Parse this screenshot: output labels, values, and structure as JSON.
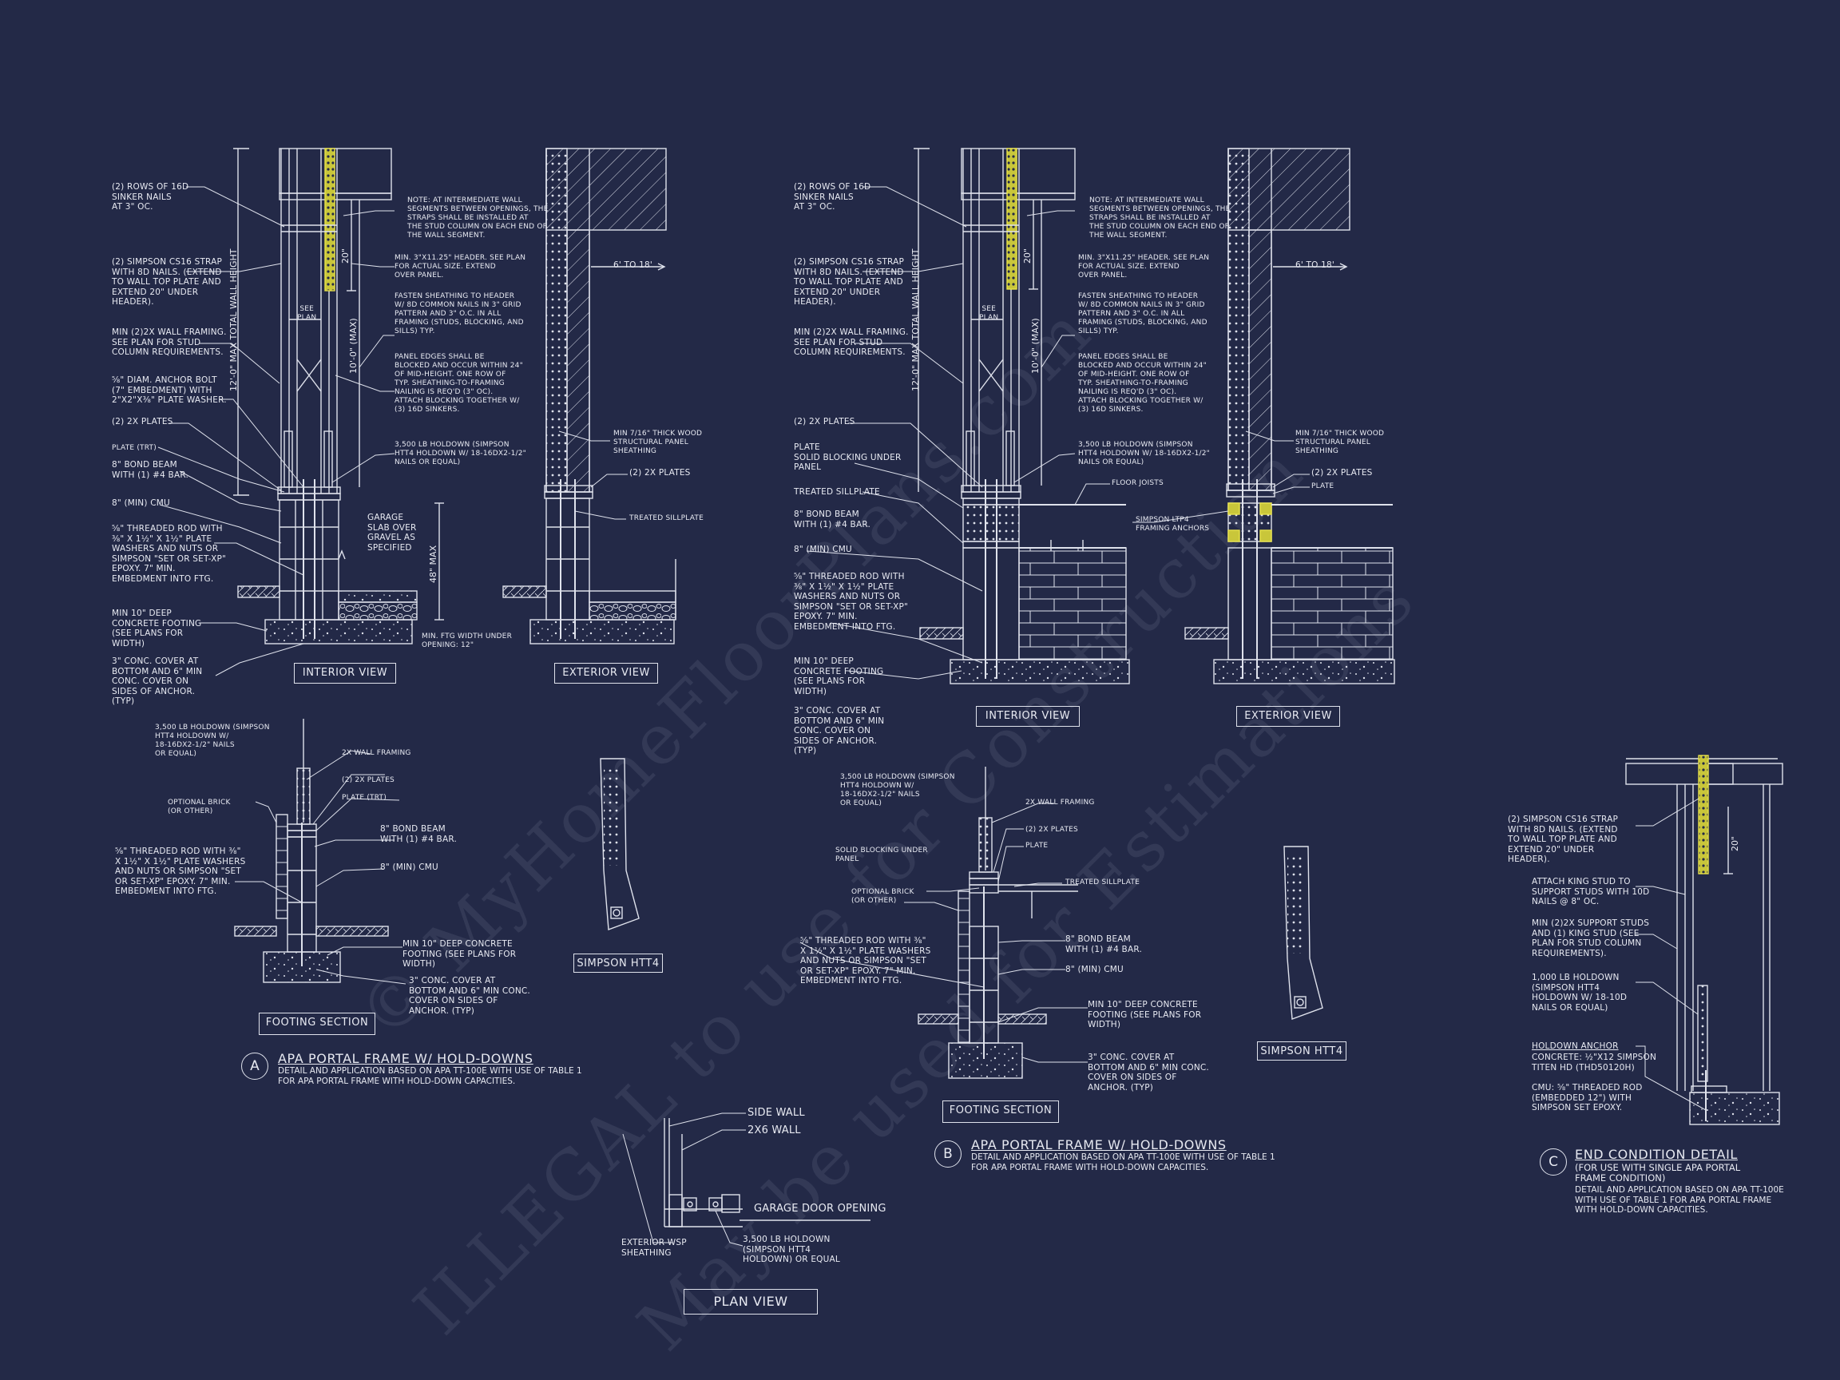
{
  "colors": {
    "background": "#232947",
    "linework": "#dfe2ec",
    "strap_highlight": "#e8e24a",
    "watermark": "rgba(200,205,225,0.10)"
  },
  "watermark": {
    "line1": "© MyHomeFloorPlans.com",
    "line2": "ILLEGAL to use for Construction",
    "line3": "May be used for Estimations"
  },
  "detail_a": {
    "marker": "A",
    "title": "APA PORTAL FRAME W/ HOLD-DOWNS",
    "subtitle": "DETAIL AND APPLICATION BASED ON APA TT-100E WITH USE OF TABLE 1\nFOR APA PORTAL FRAME WITH HOLD-DOWN CAPACITIES.",
    "interior": {
      "view_label": "INTERIOR VIEW",
      "notes": {
        "rows16d": "(2) ROWS OF 16d\nSINKER NAILS\nAT 3\" OC.",
        "strap": "(2) SIMPSON CS16 STRAP\nWITH 8d NAILS. (EXTEND\nTO WALL TOP PLATE AND\nEXTEND 20\" UNDER\nHEADER).",
        "framing": "MIN (2)2X WALL FRAMING.\nSEE PLAN FOR STUD\nCOLUMN REQUIREMENTS.",
        "anchor_bolt": "⅝\" DIAM. ANCHOR BOLT\n(7\" EMBEDMENT) WITH\n2\"x2\"x⅜\" PLATE WASHER.",
        "plates": "(2) 2x PLATES",
        "plate_trt": "PLATE (TRT)",
        "bond_beam": "8\" BOND BEAM\nWITH (1) #4 BAR.",
        "cmu": "8\" (MIN) CMU",
        "threaded_rod": "⅝\" THREADED ROD WITH\n⅜\" x 1½\" x 1½\" PLATE\nWASHERS AND NUTS OR\nSIMPSON \"SET OR SET-XP\"\nEPOXY.  7\" MIN.\nEMBEDMENT INTO FTG.",
        "footing": "MIN 10\" DEEP\nCONCRETE FOOTING\n(SEE PLANS FOR\nWIDTH)",
        "cover": "3\" CONC. COVER AT\nBOTTOM AND 6\" MIN\nCONC. COVER ON\nSIDES OF ANCHOR.\n(TYP)",
        "intermediate": "NOTE: AT INTERMEDIATE WALL\nSEGMENTS BETWEEN OPENINGS, THE\nSTRAPS SHALL BE INSTALLED AT\nTHE STUD COLUMN ON EACH END OF\nTHE WALL SEGMENT.",
        "header": "MIN. 3\"x11.25\" HEADER. SEE PLAN\nFOR ACTUAL SIZE. EXTEND\nOVER PANEL.",
        "fasten": "FASTEN SHEATHING TO HEADER\nW/ 8d COMMON NAILS IN 3\" GRID\nPATTERN AND 3\" O.C. IN ALL\nFRAMING (STUDS, BLOCKING, AND\nSILLS) TYP.",
        "panel_edges": "PANEL EDGES SHALL BE\nBLOCKED AND OCCUR WITHIN 24\"\nOF MID-HEIGHT.  ONE ROW OF\nTYP. SHEATHING-TO-FRAMING\nNAILING IS REQ'D (3\" OC).\nATTACH BLOCKING TOGETHER W/\n(3) 16d SINKERS.",
        "holdown": "3,500 LB HOLDOWN (SIMPSON\nHTT4 HOLDOWN W/ 18-16dx2-1/2\"\nNAILS OR EQUAL)",
        "garage_slab": "GARAGE\nSLAB OVER\nGRAVEL AS\nSPECIFIED",
        "ftg_width": "MIN. FTG WIDTH UNDER\nOPENING: 12\"",
        "see_plan": "SEE\nPLAN",
        "dim_20": "20\"",
        "dim_height": "12'-0\" MAX TOTAL WALL HEIGHT",
        "dim_10": "10'-0\" (MAX)",
        "dim_48": "48\" MAX"
      }
    },
    "exterior": {
      "view_label": "EXTERIOR VIEW",
      "notes": {
        "width": "6' TO 18'",
        "sheathing": "MIN 7/16\" THICK WOOD\nSTRUCTURAL PANEL\nSHEATHING",
        "plates": "(2) 2x PLATES",
        "sillplate": "TREATED SILLPLATE"
      }
    },
    "footing_section": {
      "view_label": "FOOTING SECTION",
      "notes": {
        "holdown": "3,500 LB HOLDOWN (SIMPSON\nHTT4 HOLDOWN W/\n18-16dx2-1/2\" NAILS\nOR EQUAL)",
        "framing": "2X WALL FRAMING",
        "plates": "(2) 2x PLATES",
        "plate_trt": "PLATE (TRT)",
        "brick": "OPTIONAL BRICK\n(OR OTHER)",
        "bond_beam": "8\" BOND BEAM\nWITH (1) #4 BAR.",
        "threaded_rod": "⅝\" THREADED ROD WITH ⅜\"\nx 1½\" x 1½\" PLATE WASHERS\nAND NUTS OR SIMPSON \"SET\nOR SET-XP\" EPOXY.  7\" MIN.\nEMBEDMENT INTO FTG.",
        "cmu": "8\" (MIN) CMU",
        "footing": "MIN 10\" DEEP CONCRETE\nFOOTING (SEE PLANS FOR\nWIDTH)",
        "cover": "3\" CONC. COVER AT\nBOTTOM AND 6\" MIN CONC.\nCOVER ON SIDES OF\nANCHOR. (TYP)"
      }
    },
    "htt4_label": "SIMPSON HTT4"
  },
  "plan_view": {
    "view_label": "PLAN VIEW",
    "notes": {
      "side_wall": "SIDE WALL",
      "wall_2x6": "2x6 WALL",
      "garage": "GARAGE DOOR OPENING",
      "wsp": "EXTERIOR WSP\nSHEATHING",
      "holdown": "3,500 LB HOLDOWN\n(SIMPSON HTT4\nHOLDOWN) OR EQUAL"
    }
  },
  "detail_b": {
    "marker": "B",
    "title": "APA PORTAL FRAME W/ HOLD-DOWNS",
    "subtitle": "DETAIL AND APPLICATION BASED ON APA TT-100E WITH USE OF TABLE 1\nFOR APA PORTAL FRAME WITH HOLD-DOWN CAPACITIES.",
    "interior": {
      "view_label": "INTERIOR VIEW",
      "notes": {
        "rows16d": "(2) ROWS OF 16d\nSINKER NAILS\nAT 3\" OC.",
        "strap": "(2) SIMPSON CS16 STRAP\nWITH 8d NAILS. (EXTEND\nTO WALL TOP PLATE AND\nEXTEND 20\" UNDER\nHEADER).",
        "framing": "MIN (2)2X WALL FRAMING.\nSEE PLAN FOR STUD\nCOLUMN REQUIREMENTS.",
        "plates": "(2) 2x PLATES",
        "plate_blocking": "PLATE\nSOLID BLOCKING UNDER\nPANEL",
        "sillplate": "TREATED SILLPLATE",
        "bond_beam": "8\" BOND BEAM\nWITH (1) #4 BAR.",
        "cmu": "8\" (MIN) CMU",
        "threaded_rod": "⅝\" THREADED ROD WITH\n⅜\" x 1½\" x 1½\" PLATE\nWASHERS AND NUTS OR\nSIMPSON \"SET OR SET-XP\"\nEPOXY.  7\" MIN.\nEMBEDMENT INTO FTG.",
        "footing": "MIN 10\" DEEP\nCONCRETE FOOTING\n(SEE PLANS FOR\nWIDTH)",
        "cover": "3\" CONC. COVER AT\nBOTTOM AND 6\" MIN\nCONC. COVER ON\nSIDES OF ANCHOR.\n(TYP)",
        "intermediate": "NOTE: AT INTERMEDIATE WALL\nSEGMENTS BETWEEN OPENINGS, THE\nSTRAPS SHALL BE INSTALLED AT\nTHE STUD COLUMN ON EACH END OF\nTHE WALL SEGMENT.",
        "header": "MIN. 3\"x11.25\" HEADER. SEE PLAN\nFOR ACTUAL SIZE. EXTEND\nOVER PANEL.",
        "fasten": "FASTEN SHEATHING TO HEADER\nW/ 8d COMMON NAILS IN 3\" GRID\nPATTERN AND 3\" O.C. IN ALL\nFRAMING (STUDS, BLOCKING, AND\nSILLS) TYP.",
        "panel_edges": "PANEL EDGES SHALL BE\nBLOCKED AND OCCUR WITHIN 24\"\nOF MID-HEIGHT.  ONE ROW OF\nTYP. SHEATHING-TO-FRAMING\nNAILING IS REQ'D (3\" OC).\nATTACH BLOCKING TOGETHER W/\n(3) 16d SINKERS.",
        "holdown": "3,500 LB HOLDOWN (SIMPSON\nHTT4 HOLDOWN W/ 18-16dx2-1/2\"\nNAILS OR EQUAL)",
        "floor_joists": "FLOOR JOISTS",
        "see_plan": "SEE\nPLAN",
        "dim_20": "20\"",
        "dim_height": "12'-0\" MAX TOTAL WALL HEIGHT",
        "dim_10": "10'-0\" (MAX)"
      }
    },
    "exterior": {
      "view_label": "EXTERIOR VIEW",
      "notes": {
        "width": "6' TO 18'",
        "sheathing": "MIN 7/16\" THICK WOOD\nSTRUCTURAL PANEL\nSHEATHING",
        "plates": "(2) 2x PLATES",
        "plate": "PLATE",
        "ltp4": "SIMPSON LTP4\nFRAMING ANCHORS"
      }
    },
    "footing_section": {
      "view_label": "FOOTING SECTION",
      "notes": {
        "holdown": "3,500 LB HOLDOWN (SIMPSON\nHTT4 HOLDOWN W/\n18-16dx2-1/2\" NAILS\nOR EQUAL)",
        "framing": "2X WALL FRAMING",
        "plates": "(2) 2x PLATES",
        "plate": "PLATE",
        "blocking": "SOLID BLOCKING UNDER\nPANEL",
        "sillplate": "TREATED SILLPLATE",
        "brick": "OPTIONAL BRICK\n(OR OTHER)",
        "threaded_rod": "⅝\" THREADED ROD WITH ⅜\"\nx 1½\" x 1½\" PLATE WASHERS\nAND NUTS OR SIMPSON \"SET\nOR SET-XP\" EPOXY.  7\" MIN.\nEMBEDMENT INTO FTG.",
        "bond_beam": "8\" BOND BEAM\nWITH (1) #4 BAR.",
        "cmu": "8\" (MIN) CMU",
        "footing": "MIN 10\" DEEP CONCRETE\nFOOTING (SEE PLANS FOR\nWIDTH)",
        "cover": "3\" CONC. COVER AT\nBOTTOM AND 6\" MIN CONC.\nCOVER ON SIDES OF\nANCHOR. (TYP)"
      }
    },
    "htt4_label": "SIMPSON HTT4"
  },
  "detail_c": {
    "marker": "C",
    "title": "END CONDITION DETAIL",
    "subtitle_paren": "(FOR USE WITH SINGLE APA PORTAL\nFRAME CONDITION)",
    "subtitle": "DETAIL AND APPLICATION BASED ON APA TT-100E\nWITH USE OF TABLE 1 FOR APA PORTAL FRAME\nWITH HOLD-DOWN CAPACITIES.",
    "notes": {
      "strap": "(2) SIMPSON CS16 STRAP\nWITH 8d NAILS. (EXTEND\nTO WALL TOP PLATE AND\nEXTEND 20\" UNDER\nHEADER).",
      "king_stud": "ATTACH KING STUD TO\nSUPPORT STUDS WITH 10d\nNAILS @ 8\" OC.",
      "support_studs": "MIN (2)2X SUPPORT STUDS\nAND (1) KING STUD (SEE\nPLAN FOR STUD COLUMN\nREQUIREMENTS).",
      "holdown": "1,000 LB HOLDOWN\n(SIMPSON HTT4\nHOLDOWN W/ 18-10d\nNAILS OR EQUAL)",
      "holdown_anchor_title": "HOLDOWN ANCHOR",
      "holdown_anchor": "CONCRETE: ½\"x12 SIMPSON\nTITEN HD (THD50120H)",
      "cmu_rod": "CMU: ⅝\" THREADED ROD\n(EMBEDDED 12\") WITH\nSIMPSON SET EPOXY.",
      "dim_20": "20\""
    }
  }
}
